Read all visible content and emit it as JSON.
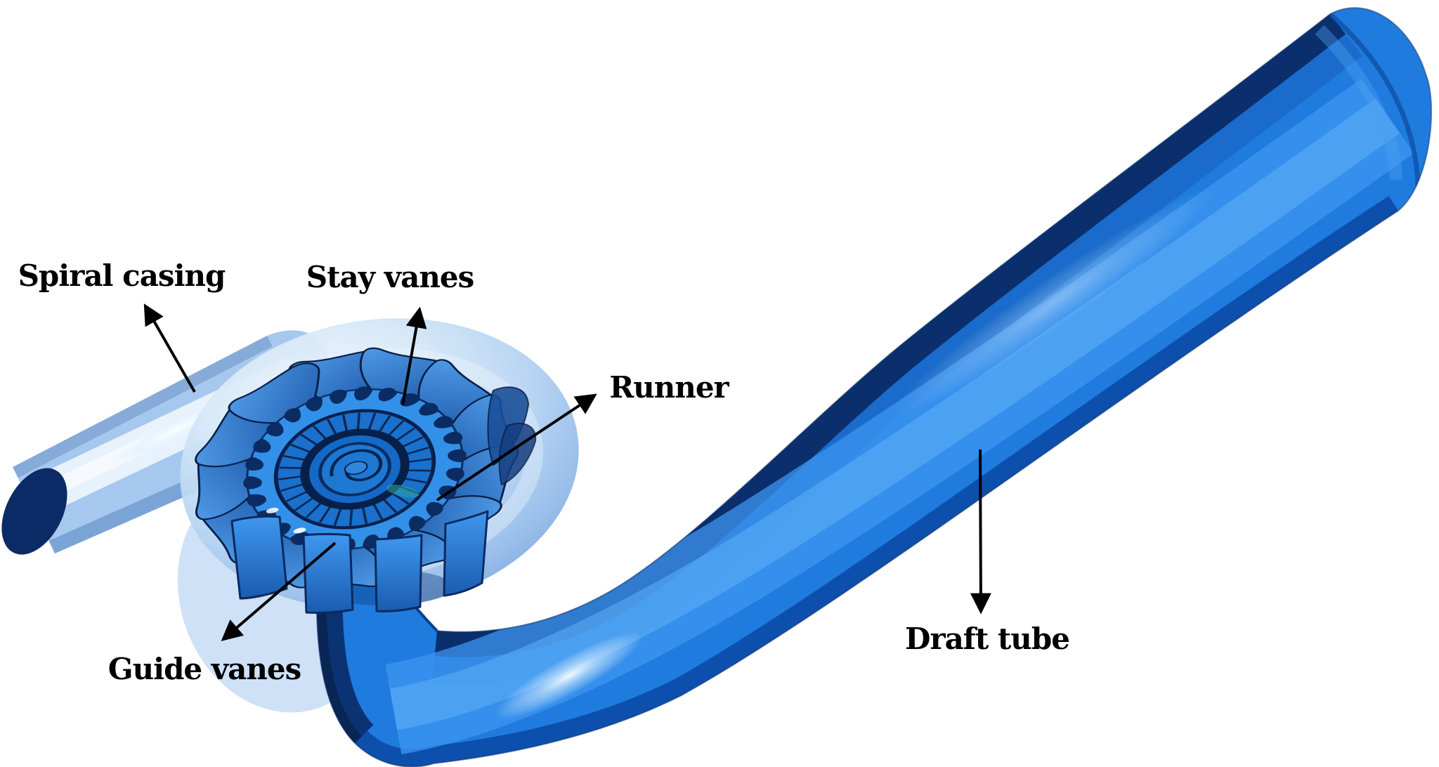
{
  "figure": {
    "background_color": "#ffffff",
    "labels": {
      "spiral_casing": "Spiral casing",
      "stay_vanes": "Stay vanes",
      "runner": "Runner",
      "guide_vanes": "Guide vanes",
      "draft_tube": "Draft tube"
    },
    "colors": {
      "draft_tube_blue": "#1f7cde",
      "casing_translucent_blue": "#cfe4f7",
      "inlet_pipe_light_blue": "#a6c8ee",
      "inlet_end_navy": "#0c2b66",
      "stay_vane_blue": "#2a6cc2",
      "guide_vane_blue": "#3390e8",
      "runner_blue": "#1a70cc",
      "outline_navy": "#0a2048",
      "label_text": "#000000",
      "arrow": "#000000"
    }
  }
}
